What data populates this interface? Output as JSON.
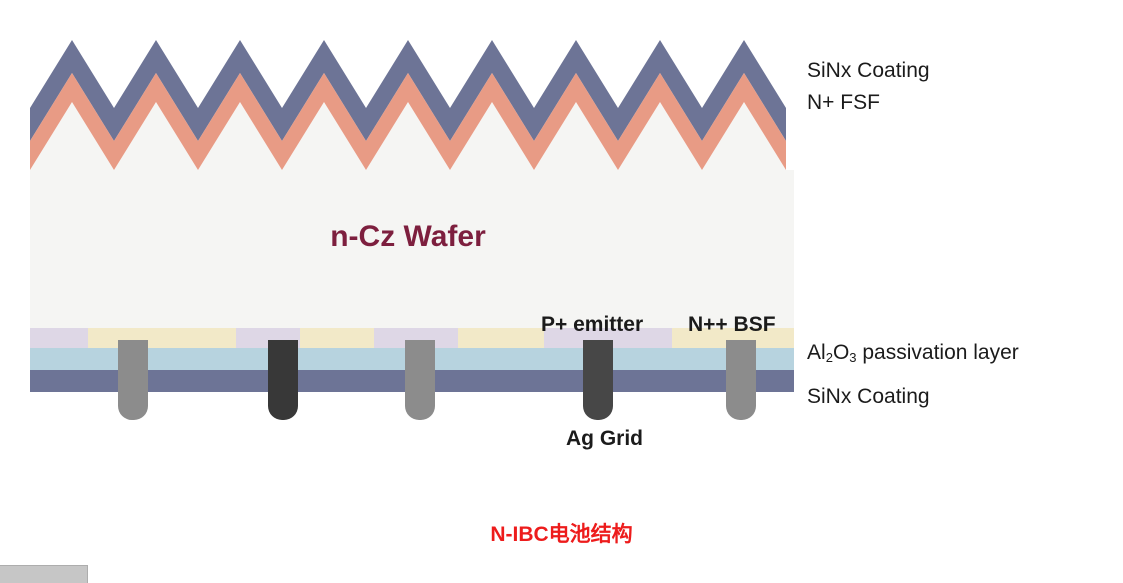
{
  "diagram": {
    "wafer_label": "n-Cz Wafer",
    "right_labels": {
      "sinx_top": "SiNx Coating",
      "n_fsf": "N+ FSF",
      "al2o3": {
        "pre": "Al",
        "sub1": "2",
        "mid": "O",
        "sub2": "3",
        "rest": " passivation layer"
      },
      "sinx_bottom": "SiNx Coating"
    },
    "bottom_labels": {
      "p_emitter": "P+ emitter",
      "n_bsf": "N++ BSF",
      "ag_grid": "Ag Grid"
    },
    "colors": {
      "sinx_coating": "#6d7496",
      "n_fsf": "#e89b85",
      "wafer_fill": "#f5f5f3",
      "wafer_text": "#7d1f3e",
      "al2o3_layer": "#b7d3df",
      "stripe_cream": "#f2e9c8",
      "stripe_lavender": "#ded7e6",
      "contact_gray": "#8c8c8c",
      "contact_dark": "#3f3f3f",
      "caption_red": "#ed1c1c"
    },
    "stripe_fills": [
      "#ded7e6",
      "#f2e9c8",
      "#ded7e6",
      "#f2e9c8",
      "#ded7e6",
      "#f2e9c8",
      "#ded7e6",
      "#f2e9c8"
    ],
    "contact_fills": [
      "#8c8c8c",
      "#383838",
      "#8c8c8c",
      "#474747",
      "#8c8c8c"
    ]
  },
  "caption": "N-IBC电池结构"
}
